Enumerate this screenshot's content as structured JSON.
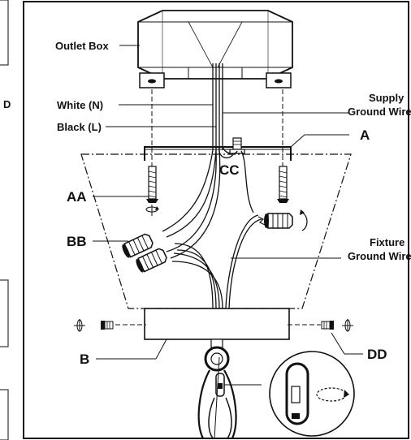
{
  "labels": {
    "outlet_box": "Outlet Box",
    "white_n": "White (N)",
    "black_l": "Black (L)",
    "supply_ground_line1": "Supply",
    "supply_ground_line2": "Ground Wire",
    "part_a": "A",
    "part_cc": "CC",
    "part_aa": "AA",
    "part_bb": "BB",
    "fixture_ground_line1": "Fixture",
    "fixture_ground_line2": "Ground Wire",
    "part_b": "B",
    "part_dd": "DD"
  },
  "colors": {
    "ink": "#111111",
    "box_fill": "#ffffff",
    "box_top_fill": "#f2f2f2",
    "connector_fill": "#ffffff"
  },
  "icons": {
    "rotate_arrows": "rotate-arrow-icon",
    "screw": "screw-icon",
    "wire_nut": "wire-nut-icon",
    "chain_link": "chain-link-icon"
  }
}
